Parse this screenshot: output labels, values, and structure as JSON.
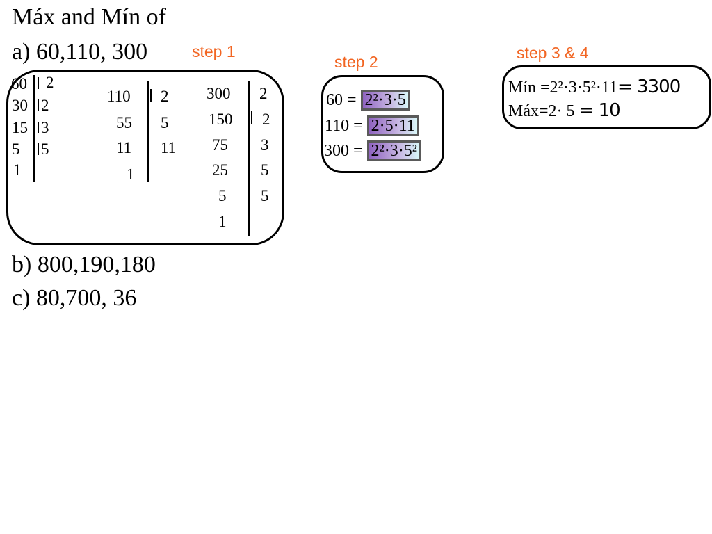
{
  "title": "Máx and Mín of",
  "problems": {
    "a": "a) 60,110, 300",
    "b": "b) 800,190,180",
    "c": "c) 80,700, 36"
  },
  "steps": {
    "step1": "step 1",
    "step2": "step 2",
    "step34": "step 3 & 4"
  },
  "factor_tables": {
    "t60": {
      "numbers": [
        "60",
        "30",
        "15",
        "5",
        "1"
      ],
      "divisors": [
        "2",
        "2",
        "3",
        "5"
      ]
    },
    "t110": {
      "numbers": [
        "110",
        "55",
        "11",
        "1"
      ],
      "divisors": [
        "2",
        "5",
        "11"
      ]
    },
    "t300": {
      "numbers": [
        "300",
        "150",
        "75",
        "25",
        "5",
        "1"
      ],
      "divisors": [
        "2",
        "2",
        "3",
        "5",
        "5"
      ]
    }
  },
  "factorizations": [
    {
      "label": "60 =",
      "value": "2²·3·5"
    },
    {
      "label": "110 =",
      "value": "2·5·11"
    },
    {
      "label": "300 =",
      "value": "2²·3·5²"
    }
  ],
  "result": {
    "min_label": "Mín =2²·3·5²·11",
    "min_value": "= 3300",
    "max_label": "Máx=2· 5",
    "max_value": "= 10"
  },
  "colors": {
    "step": "#f26522",
    "highlight_start": "#8f63c0",
    "highlight_end": "#d9f7f8"
  }
}
